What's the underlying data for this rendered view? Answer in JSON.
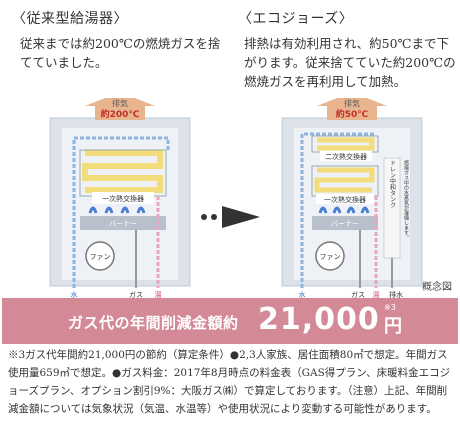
{
  "left": {
    "heading": "〈従来型給湯器〉",
    "description": "従来までは約200℃の燃焼ガスを捨てていました。",
    "exhaust_label": "排気",
    "exhaust_temp": "約200℃",
    "exchanger_label": "一次熱交換器",
    "burner_label": "バーナー",
    "fan_label": "ファン",
    "water_label": "水",
    "gas_label": "ガス",
    "hot_label": "湯"
  },
  "right": {
    "heading": "〈エコジョーズ〉",
    "description": "排熱は有効利用され、約50℃まで下がります。従来捨てていた約200℃の燃焼ガスを再利用して加熱。",
    "exhaust_label": "排気",
    "exhaust_temp": "約50℃",
    "secondary_label": "二次熱交換器",
    "exchanger_label": "一次熱交換器",
    "burner_label": "バーナー",
    "fan_label": "ファン",
    "drain_label": "ドレン中和タンク",
    "side_label": "燃焼ガス中の水蒸気が凝縮します。",
    "water_label": "水",
    "gas_label": "ガス",
    "hot_label": "湯",
    "drain_out_label": "排水"
  },
  "concept_label": "概念図",
  "banner": {
    "label": "ガス代の年間削減金額約",
    "value": "21,000",
    "unit": "円",
    "note": "※3"
  },
  "footnote": "※3ガス代年間約21,000円の節約（算定条件）●2,3人家族、居住面積80㎡で想定。年間ガス使用量659㎥で想定。●ガス料金：2017年8月時点の料金表（GAS得プラン、床暖料金エコジョーズプラン、オプション割引9%：大阪ガス㈱）で算定しております。（注意）上記、年間削減金額については気象状況（気温、水温等）や使用状況により変動する可能性があります。",
  "colors": {
    "banner": "#d38a96",
    "cold_pipe": "#8fb4e0",
    "hot_pipe": "#e8a6c0",
    "exhaust_arrow": "#e9b58f",
    "heater_body": "#dde2ea"
  }
}
